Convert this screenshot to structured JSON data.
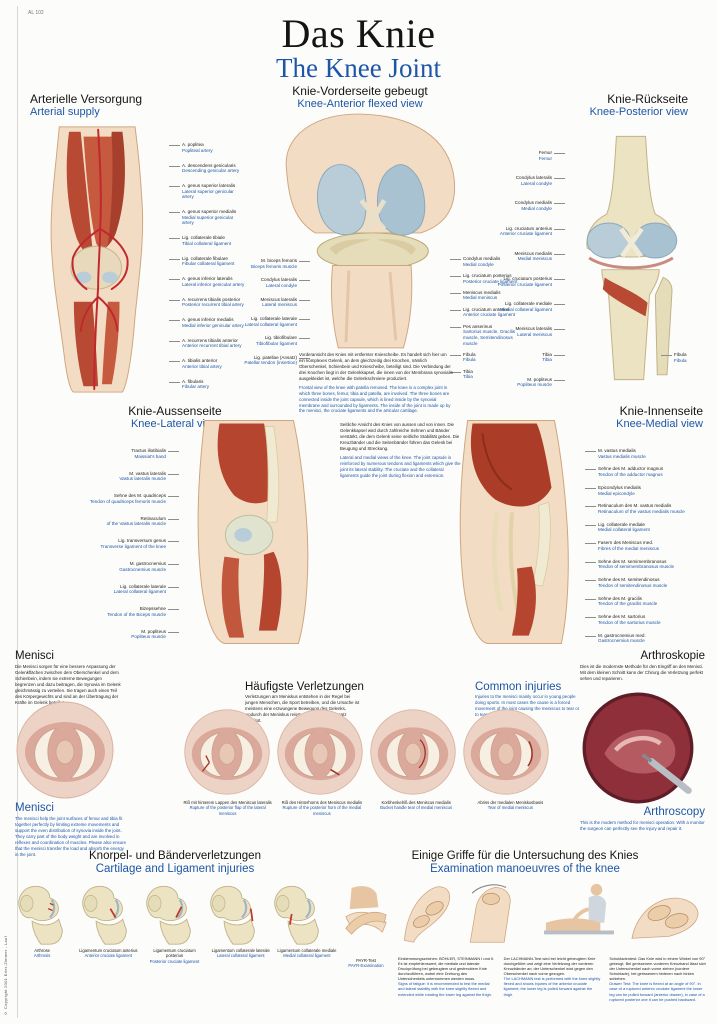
{
  "meta": {
    "sheet_code": "AL 102",
    "copyright_vertical": "© Copyright 2001 Erler-Zimmer - Lauf"
  },
  "colors": {
    "accent_blue": "#1d56a8",
    "text_black": "#141414"
  },
  "header": {
    "title_de": "Das Knie",
    "title_en": "The Knee Joint"
  },
  "panels": {
    "arterial": {
      "title_de": "Arterielle Versorgung",
      "title_en": "Arterial supply",
      "labels": [
        {
          "de": "A. poplitea",
          "en": "Popliteal artery"
        },
        {
          "de": "A. descendens genicularis",
          "en": "Descending genicular artery"
        },
        {
          "de": "A. genus superior lateralis",
          "en": "Lateral superior genicular artery"
        },
        {
          "de": "A. genus superior medialis",
          "en": "Medial superior genicular artery"
        },
        {
          "de": "Lig. collaterale tibiale",
          "en": "Tibial collateral ligament"
        },
        {
          "de": "Lig. collaterale fibulare",
          "en": "Fibular collateral ligament"
        },
        {
          "de": "A. genus inferior lateralis",
          "en": "Lateral inferior genicular artery"
        },
        {
          "de": "A. recurrens tibialis posterior",
          "en": "Posterior recurrent tibial artery"
        },
        {
          "de": "A. genus inferior medialis",
          "en": "Medial inferior genicular artery"
        },
        {
          "de": "A. recurrens tibialis anterior",
          "en": "Anterior recurrent tibial artery"
        },
        {
          "de": "A. tibialis anterior",
          "en": "Anterior tibial artery"
        },
        {
          "de": "A. fibularis",
          "en": "Fibular artery"
        }
      ]
    },
    "anterior": {
      "title_de": "Knie-Vorderseite gebeugt",
      "title_en": "Knee-Anterior flexed view",
      "labels_left": [
        {
          "de": "M. biceps femoris",
          "en": "Biceps femoris muscle"
        },
        {
          "de": "Condylus lateralis",
          "en": "Lateral condyle"
        },
        {
          "de": "Meniscus lateralis",
          "en": "Lateral meniscus"
        },
        {
          "de": "Lig. collaterale laterale",
          "en": "Lateral collateral ligament"
        },
        {
          "de": "Lig. tibiofibulare",
          "en": "Tibiofibular ligament"
        },
        {
          "de": "Lig. patellae (Ansatz)",
          "en": "Patellar tendon (insertion)"
        }
      ],
      "labels_right": [
        {
          "de": "Condylus medialis",
          "en": "Medial condyle"
        },
        {
          "de": "Lig. cruciatum posterius",
          "en": "Posterior cruciate ligament"
        },
        {
          "de": "Meniscus medialis",
          "en": "Medial meniscus"
        },
        {
          "de": "Lig. cruciatum anterius",
          "en": "Anterior cruciate ligament"
        },
        {
          "de": "Pes anserinus",
          "en": "Sartorius muscle, Gracilis muscle, Semitendinosus muscle"
        },
        {
          "de": "Fibula",
          "en": "Fibula"
        },
        {
          "de": "Tibia",
          "en": "Tibia"
        }
      ],
      "note_de": "Vorderansicht des Knies mit entfernter Kniescheibe. Es handelt sich hier um ein komplexes Gelenk, an dem gleichzeitig drei Knochen, nämlich Oberschenkel, Schienbein und Kniescheibe, beteiligt sind. Die Verbindung der drei Knochen liegt in der Gelenkkapsel, die innen von der Membrana synovialis ausgekleidet ist, welche die Gelenkschmiere produziert.",
      "note_en": "Frontal view of the knee with patella removed. The knee is a complex joint in which three bones, femur, tibia and patella, are involved. The three bones are connected inside the joint capsule, which is lined inside by the synovial membrane and surrounded by ligaments. The inside of the joint is made up by the menisci, the cruciate ligaments and the articular cartilage."
    },
    "posterior": {
      "title_de": "Knie-Rückseite",
      "title_en": "Knee-Posterior view",
      "labels_left": [
        {
          "de": "Femur",
          "en": "Femur"
        },
        {
          "de": "Condylus lateralis",
          "en": "Lateral condyle"
        },
        {
          "de": "Condylus medialis",
          "en": "Medial condyle"
        },
        {
          "de": "Lig. cruciatum anterius",
          "en": "Anterior cruciate ligament"
        },
        {
          "de": "Meniscus medialis",
          "en": "Medial meniscus"
        },
        {
          "de": "Lig. cruciatum posterius",
          "en": "Posterior cruciate ligament"
        },
        {
          "de": "Lig. collaterale mediale",
          "en": "Medial collateral ligament"
        },
        {
          "de": "Meniscus lateralis",
          "en": "Lateral meniscus"
        },
        {
          "de": "Tibia",
          "en": "Tibia"
        },
        {
          "de": "M. popliteus",
          "en": "Popliteus muscle"
        }
      ],
      "labels_right": [
        {
          "de": "Fibula",
          "en": "Fibula"
        }
      ]
    },
    "lateral": {
      "title_de": "Knie-Aussenseite",
      "title_en": "Knee-Lateral view",
      "labels": [
        {
          "de": "Tractus iliotibialis",
          "en": "Maissiat's band"
        },
        {
          "de": "M. vastus lateralis",
          "en": "Vastus lateralis muscle"
        },
        {
          "de": "Sehne des M. quadriceps",
          "en": "Tendon of quadriceps femoris muscle"
        },
        {
          "de": "Retinaculum",
          "en": "of the Vastus lateralis muscle"
        },
        {
          "de": "Lig. transversum genus",
          "en": "Transverse ligament of the knee"
        },
        {
          "de": "M. gastrocnemius",
          "en": "Gastrocnemius muscle"
        },
        {
          "de": "Lig. collaterale laterale",
          "en": "Lateral collateral ligament"
        },
        {
          "de": "Bizepssehne",
          "en": "Tendon of the Biceps muscle"
        },
        {
          "de": "M. popliteus",
          "en": "Popliteus muscle"
        }
      ]
    },
    "medial": {
      "title_de": "Knie-Innenseite",
      "title_en": "Knee-Medial view",
      "labels": [
        {
          "de": "M. vastus medialis",
          "en": "Vastus medialis muscle"
        },
        {
          "de": "Sehne des M. adductor magnus",
          "en": "Tendon of the adductor magnus"
        },
        {
          "de": "Epicondylus medialis",
          "en": "Medial epicondyle"
        },
        {
          "de": "Retinaculum des M. vastus medialis",
          "en": "Retinaculum of the vastus medialis muscle"
        },
        {
          "de": "Lig. collaterale mediale",
          "en": "Medial collateral ligament"
        },
        {
          "de": "Fasern des Meniscus med.",
          "en": "Fibres of the medial meniscus"
        },
        {
          "de": "Sehne des M. semimembranosus",
          "en": "Tendon of semimembranosus muscle"
        },
        {
          "de": "Sehne des M. semitendinosus",
          "en": "Tendon of semitendinosus muscle"
        },
        {
          "de": "Sehne des M. gracilis",
          "en": "Tendon of the gracilis muscle"
        },
        {
          "de": "Sehne des M. sartorius",
          "en": "Tendon of the sartorius muscle"
        },
        {
          "de": "M. gastrocnemius med.",
          "en": "Gastrocnemius muscle"
        }
      ]
    },
    "side_note": {
      "note_de": "Seitliche Ansicht des Knies von aussen und von innen. Die Gelenkkapsel wird durch zahlreiche Sehnen und Bänder verstärkt, die dem Gelenk seine seitliche Stabilität geben. Die Kreuzbänder und die Seitenbänder führen das Gelenk bei Beugung und Streckung.",
      "note_en": "Lateral and medial views of the knee. The joint capsule is reinforced by numerous tendons and ligaments which give the joint its lateral stability. The cruciate and the collateral ligaments guide the joint during flexion and extension."
    }
  },
  "menisci": {
    "heading_de": "Menisci",
    "heading_en": "Menisci",
    "intro_de": "Die Menisci sorgen für eine bessere Anpassung der Gelenkflächen zwischen dem Oberschenkel und dem Schienbein, indem sie extreme Bewegungen begrenzen und dazu beitragen, die Synovia im Gelenk gleichmässig zu verteilen. Sie tragen auch einen Teil des Körpergewichts und sind an der Übertragung der Kräfte im Gelenk beteiligt.",
    "intro_en": "The menisci help the joint surfaces of femur and tibia fit together perfectly by limiting extreme movements and support the even distribution of synovia inside the joint. They carry part of the body weight and are involved in reflexes and coordination of muscles. Please also ensure that the menisci transfer the load and absorb the energy in the joint.",
    "injuries_heading_de": "Häufigste Verletzungen",
    "injuries_text_de": "Verletzungen am Meniskus entstehen in der Regel bei jungen Menschen, die Sport betreiben, und die Ursache ist meistens eine erzwungene Bewegung des Gelenks, wodurch der Meniskus reisst oder an seinem Ansatz abreisst.",
    "injuries_heading_en": "Common injuries",
    "injuries_text_en": "Injuries to the menisci mainly occur in young people doing sports. In most cases the cause is a forced movement of the joint causing the meniscus to tear or to tear off at its insertion.",
    "captions": [
      {
        "de": "Riß mit hinterem Lappen des Meniscus lateralis",
        "en": "Rupture of the posterior flap of the lateral meniscus"
      },
      {
        "de": "Riß des Hinterhorns des Meniscus medialis",
        "en": "Rupture of the posterior horn of the medial meniscus"
      },
      {
        "de": "Korbhenkelriß des Meniscus medialis",
        "en": "Bucket handle tear of medial meniscus"
      },
      {
        "de": "Abriss der medialen Meniskusbasis",
        "en": "Tear of medial meniscus"
      }
    ]
  },
  "arthroscopy": {
    "heading_de": "Arthroskopie",
    "heading_en": "Arthroscopy",
    "text_de": "Dies ist die modernste Methode für den Eingriff an den Menisci. Mit dem kleinen Schnitt kann der Chirurg die Verletzung perfekt sehen und reparieren.",
    "text_en": "This is the modern method for menisci operation. With a monitor the surgeon can perfectly see the injury and repair it."
  },
  "cartilage": {
    "heading_de": "Knorpel- und Bänderverletzungen",
    "heading_en": "Cartilage and Ligament injuries",
    "captions": [
      {
        "de": "Arthrose",
        "en": "Arthrosis"
      },
      {
        "de": "Ligamentum cruciatum anterius",
        "en": "Anterior cruciate ligament"
      },
      {
        "de": "Ligamentum cruciatum posterius",
        "en": "Posterior cruciate ligament"
      },
      {
        "de": "Ligamentum collaterale laterale",
        "en": "Lateral collateral ligament"
      },
      {
        "de": "Ligamentum collaterale mediale",
        "en": "Medial collateral ligament"
      }
    ]
  },
  "examination": {
    "heading_de": "Einige Griffe für die Untersuchung des Knies",
    "heading_en": "Examination manoeuvres of the knee",
    "payr_de": "PAYR-Test",
    "payr_en": "PAYR-Examination",
    "notes": [
      {
        "de": "Einklemmungszeichen: BÖHLER, STEINMANN I und II. Es ist empfehlenswert, die mediale und laterale Druckprüfung bei gebeugtem und gestrecktem Knie durchzuführen, wobei eine Drehung des Unterschenkels unternommen werden muss.",
        "en": "Signs of fatigue: it is recommended to test the medial and lateral stability with the knee slightly flexed and extended while rotating the lower leg against the thigh."
      },
      {
        "de": "Der LACHMANN-Test wird bei leicht gebeugtem Knie durchgeführt und zeigt eine Verletzung der vorderen Kreuzbänder an; der Unterschenkel wird gegen den Oberschenkel nach vorne gezogen.",
        "en": "The LACHMANN test is performed with the knee slightly flexed and shows injuries of the anterior cruciate ligament; the lower leg is pulled forward against the thigh."
      },
      {
        "de": "Schubladentest: Das Knie wird in einem Winkel von 90° gebeugt. Bei gerissenem vorderen Kreuzband lässt sich der Unterschenkel nach vorne ziehen (vordere Schublade), bei gerissenem hinteren nach hinten schieben.",
        "en": "Drawer Test: The knee is flexed at an angle of 90°. In case of a ruptured anterior cruciate ligament the lower leg can be pulled forward (anterior drawer), in case of a ruptured posterior one it can be pushed backward."
      }
    ]
  }
}
